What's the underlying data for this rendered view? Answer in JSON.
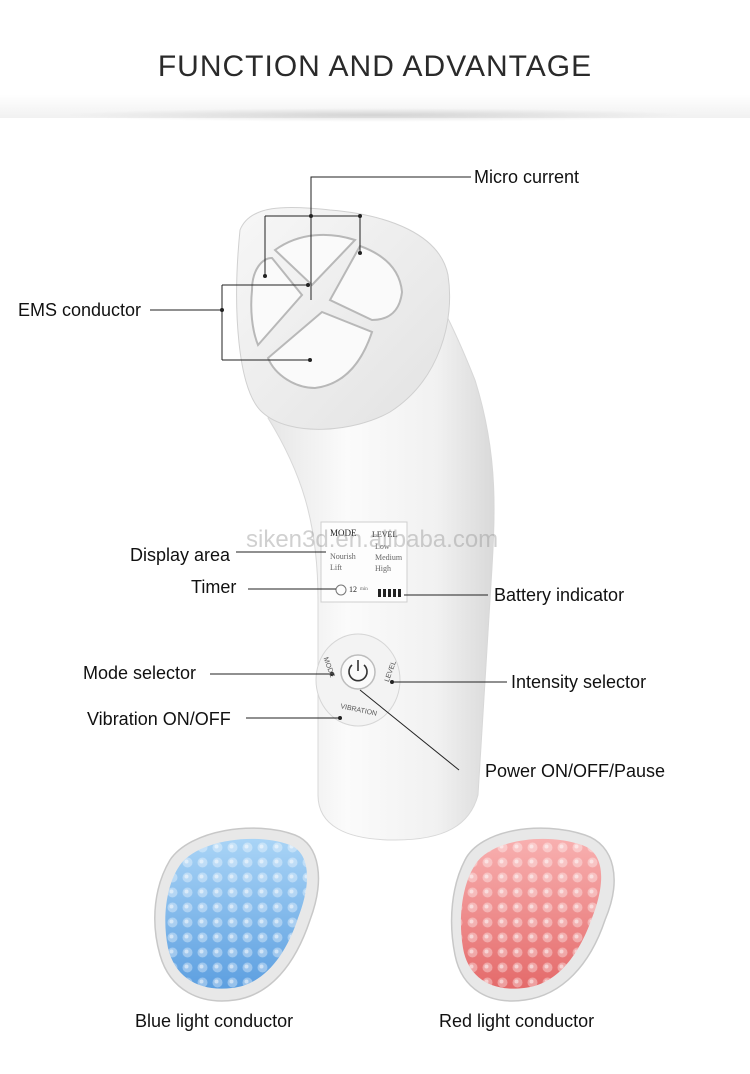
{
  "title": "FUNCTION AND ADVANTAGE",
  "watermark": "siken3d.en.alibaba.com",
  "labels": {
    "micro_current": "Micro current",
    "ems_conductor": "EMS conductor",
    "display_area": "Display area",
    "timer": "Timer",
    "battery_indicator": "Battery indicator",
    "mode_selector": "Mode selector",
    "intensity_selector": "Intensity selector",
    "vibration": "Vibration ON/OFF",
    "power": "Power ON/OFF/Pause"
  },
  "screen": {
    "mode_heading": "MODE",
    "level_heading": "LEVEL",
    "modes": [
      "Nourish",
      "Lift"
    ],
    "levels": [
      "Low",
      "Medium",
      "High"
    ],
    "timer_value": "12",
    "timer_unit": "min"
  },
  "buttons": {
    "mode": "MODE",
    "level": "LEVEL",
    "vibration": "VIBRATION"
  },
  "captions": {
    "blue": "Blue light conductor",
    "red": "Red light conductor"
  },
  "colors": {
    "blue_light": "#7cb8ea",
    "red_light": "#f08888",
    "device_body": "#f4f4f4"
  }
}
